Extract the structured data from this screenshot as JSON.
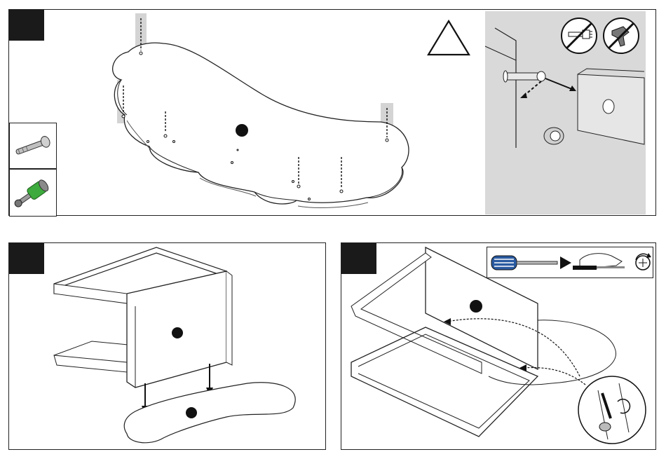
{
  "steps": [
    {
      "id": "step-1",
      "number": ""
    },
    {
      "id": "step-2",
      "number": ""
    },
    {
      "id": "step-3",
      "number": ""
    }
  ],
  "hardware": [
    {
      "name": "cam-bolt",
      "icon": "cam-bolt-icon"
    },
    {
      "name": "cam-lock-with-screw",
      "icon": "cam-lock-icon"
    }
  ],
  "symbols": {
    "warning": "warning-triangle-icon",
    "no_power_drill": "no-power-drill-icon",
    "no_hammer": "no-hammer-icon",
    "screwdriver": "screwdriver-icon",
    "turn_clockwise": "rotate-clockwise-icon"
  },
  "colors": {
    "inset_bg": "#d9d9d9",
    "panel_border": "#222222",
    "step_badge": "#1a1a1a",
    "screwdriver_handle": "#2a5aa0",
    "cam_lock_green": "#3caa3c"
  }
}
